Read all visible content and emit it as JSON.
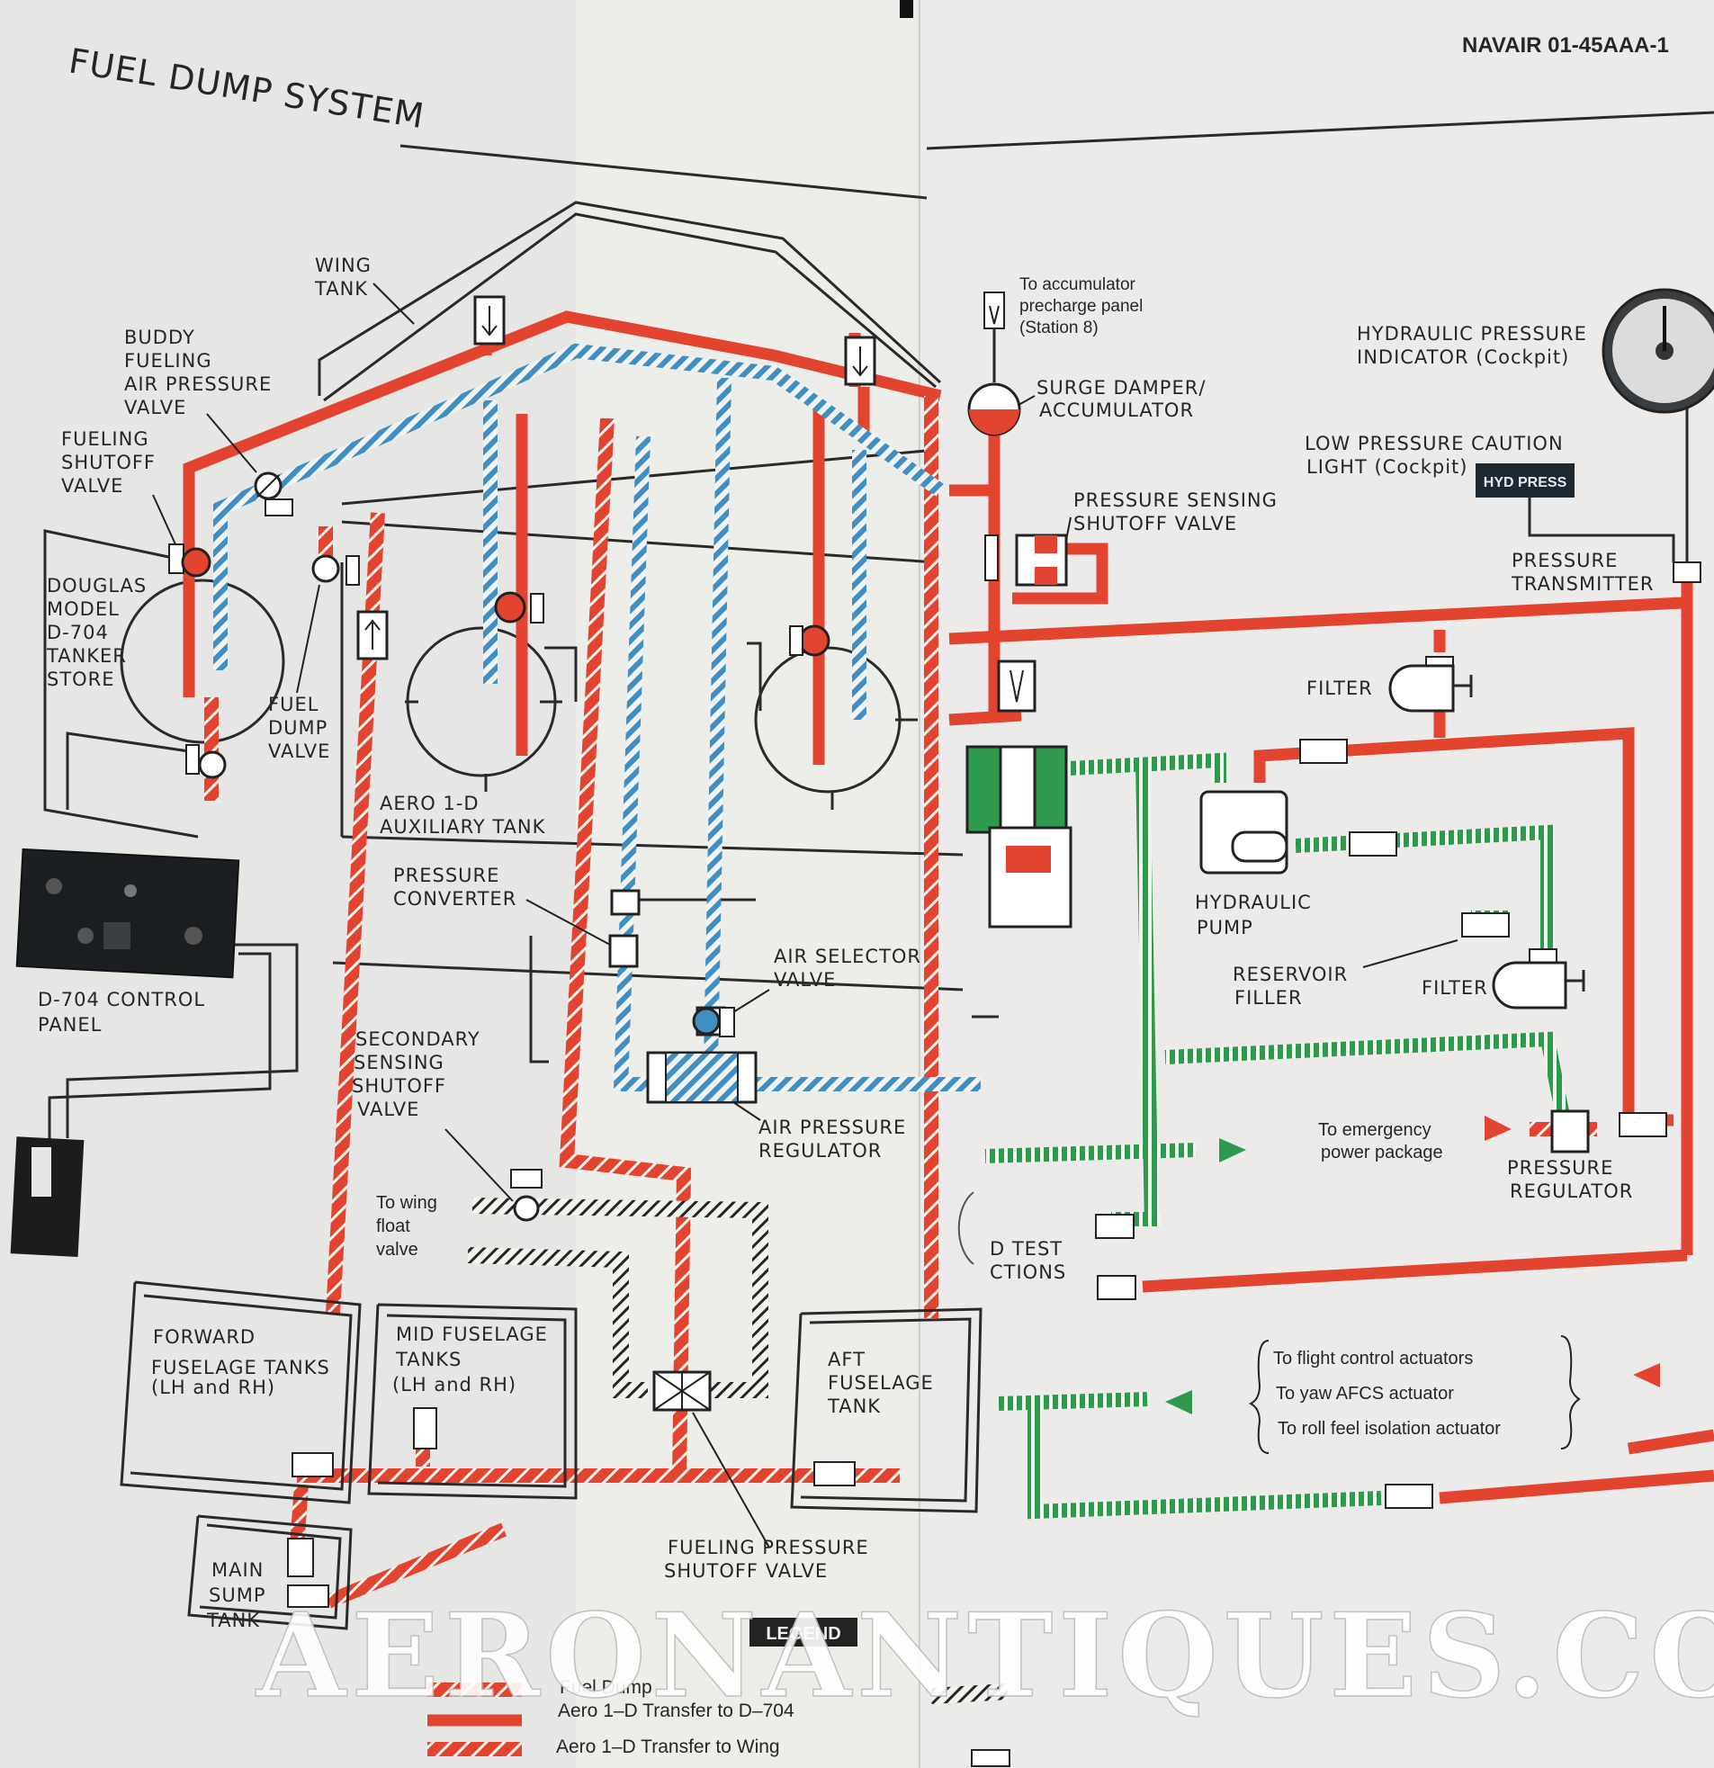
{
  "header": {
    "title": "FUEL DUMP SYSTEM",
    "doc_number": "NAVAIR 01-45AAA-1"
  },
  "fuel_labels": {
    "wing_tank": [
      "WING",
      "TANK"
    ],
    "buddy_valve": [
      "BUDDY",
      "FUELING",
      "AIR PRESSURE",
      "VALVE"
    ],
    "fueling_shutoff": [
      "FUELING",
      "SHUTOFF",
      "VALVE"
    ],
    "douglas_store": [
      "DOUGLAS",
      "MODEL",
      "D-704",
      "TANKER",
      "STORE"
    ],
    "fuel_dump_valve": [
      "FUEL",
      "DUMP",
      "VALVE"
    ],
    "aero_tank": [
      "AERO  1-D",
      "AUXILIARY TANK"
    ],
    "pressure_converter": [
      "PRESSURE",
      "CONVERTER"
    ],
    "control_panel": [
      "D-704 CONTROL",
      "PANEL"
    ],
    "air_selector": [
      "AIR SELECTOR",
      "VALVE"
    ],
    "secondary_sensing": [
      "SECONDARY",
      "SENSING",
      "SHUTOFF",
      "VALVE"
    ],
    "air_pressure_reg": [
      "AIR PRESSURE",
      "REGULATOR"
    ],
    "wing_float": [
      "To wing",
      "float",
      "valve"
    ],
    "forward_tanks": [
      "FORWARD",
      "FUSELAGE TANKS",
      "(LH and RH)"
    ],
    "mid_tanks": [
      "MID FUSELAGE",
      "TANKS",
      "(LH and RH)"
    ],
    "aft_tank": [
      "AFT",
      "FUSELAGE",
      "TANK"
    ],
    "main_sump": [
      "MAIN",
      "SUMP",
      "TANK"
    ],
    "fueling_pressure": [
      "FUELING PRESSURE",
      "SHUTOFF VALVE"
    ]
  },
  "hydraulic_labels": {
    "accumulator_panel": [
      "To accumulator",
      "precharge panel",
      "(Station 8)"
    ],
    "surge_damper": [
      "SURGE DAMPER/",
      "ACCUMULATOR"
    ],
    "pressure_sensing": [
      "PRESSURE SENSING",
      "SHUTOFF VALVE"
    ],
    "hyd_indicator": [
      "HYDRAULIC PRESSURE",
      "INDICATOR (Cockpit)"
    ],
    "low_pressure": [
      "LOW PRESSURE CAUTION",
      "LIGHT (Cockpit)"
    ],
    "hyd_press_light": "HYD PRESS",
    "pressure_transmitter": [
      "PRESSURE",
      "TRANSMITTER"
    ],
    "filter_top": "FILTER",
    "hydraulic_pump": [
      "HYDRAULIC",
      "PUMP"
    ],
    "reservoir_filler": [
      "RESERVOIR",
      "FILLER"
    ],
    "filter_bottom": "FILTER",
    "emergency": [
      "To emergency",
      "power package"
    ],
    "pressure_regulator": [
      "PRESSURE",
      "REGULATOR"
    ],
    "ground_test": [
      "D TEST",
      "CTIONS"
    ],
    "actuators": [
      "To flight control actuators",
      "To yaw AFCS actuator",
      "To roll feel isolation actuator"
    ]
  },
  "legend": {
    "title": "LEGEND",
    "items": [
      "Fuel Dump",
      "Aero 1–D Transfer to D–704",
      "Aero 1–D Transfer to Wing"
    ]
  },
  "watermark": "AERONANTIQUES.COM",
  "colors": {
    "fuel_line": "#e24430",
    "air_line": "#3f8fc4",
    "hydraulic_return": "#2e9a4e",
    "paper": "#e9e9e7",
    "ink": "#262626"
  }
}
